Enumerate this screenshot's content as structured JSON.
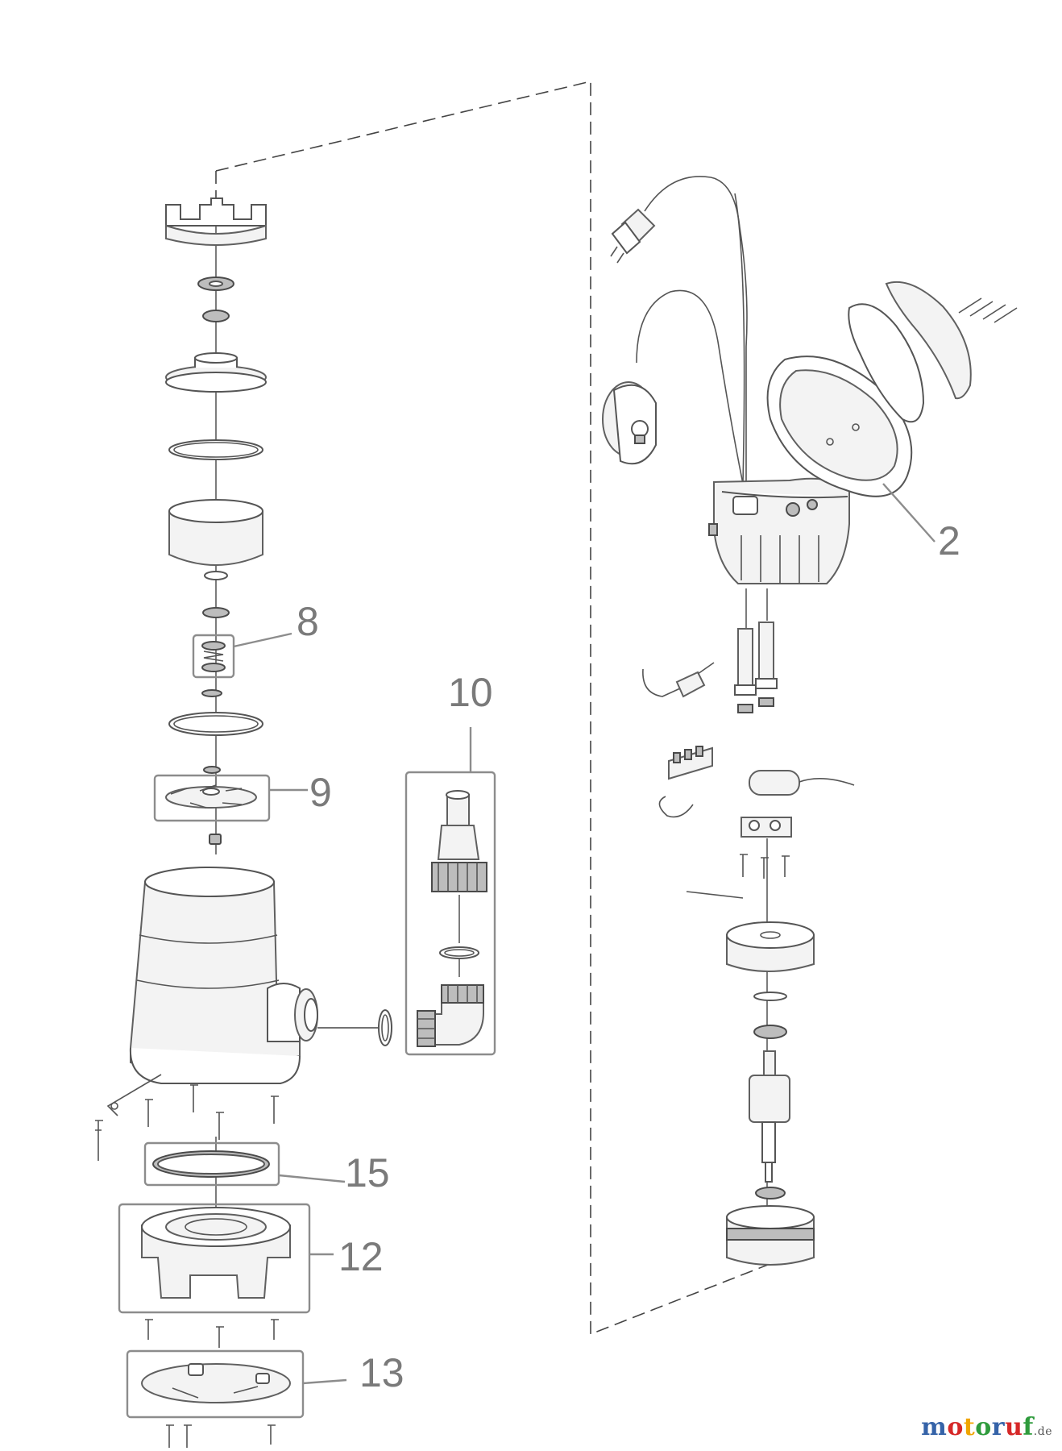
{
  "diagram": {
    "callouts": [
      {
        "id": "2",
        "label": "2"
      },
      {
        "id": "8",
        "label": "8"
      },
      {
        "id": "9",
        "label": "9"
      },
      {
        "id": "10",
        "label": "10"
      },
      {
        "id": "12",
        "label": "12"
      },
      {
        "id": "13",
        "label": "13"
      },
      {
        "id": "15",
        "label": "15"
      }
    ]
  },
  "watermark": {
    "letters": [
      "m",
      "o",
      "t",
      "o",
      "r",
      "u",
      "f"
    ],
    "suffix": ".de",
    "colors": {
      "m": "#3563a8",
      "o1": "#d62828",
      "t": "#f0a500",
      "o2": "#2e9b3c",
      "r": "#3563a8",
      "u": "#d62828",
      "f": "#2e9b3c"
    }
  }
}
